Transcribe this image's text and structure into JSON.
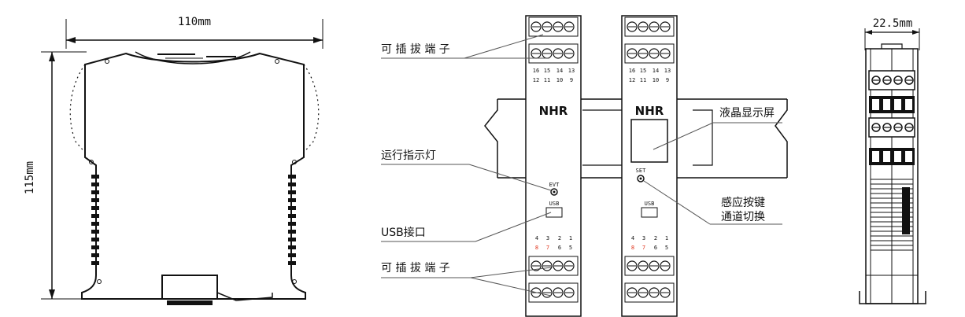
{
  "dimensions": {
    "width_top": "110mm",
    "height_side": "115mm",
    "width_right": "22.5mm"
  },
  "callouts": {
    "terminal_top": "可 插 拔 端 子",
    "run_indicator": "运行指示灯",
    "usb_port": "USB接口",
    "terminal_bottom": "可 插 拔 端 子",
    "lcd": "液晶显示屏",
    "sense_key_line1": "感应按键",
    "sense_key_line2": "通道切换"
  },
  "module_front": {
    "brand": "NHR",
    "top_numbers_row1": [
      "16",
      "15",
      "14",
      "13"
    ],
    "top_numbers_row2": [
      "12",
      "11",
      "10",
      "9"
    ],
    "bottom_numbers_row1": [
      "4",
      "3",
      "2",
      "1"
    ],
    "bottom_numbers_row2": [
      "8",
      "7",
      "6",
      "5"
    ],
    "evt_label": "EVT",
    "usb_label": "USB",
    "set_label": "SET"
  },
  "colors": {
    "line": "#111111",
    "accent_red": "#e0341c"
  }
}
